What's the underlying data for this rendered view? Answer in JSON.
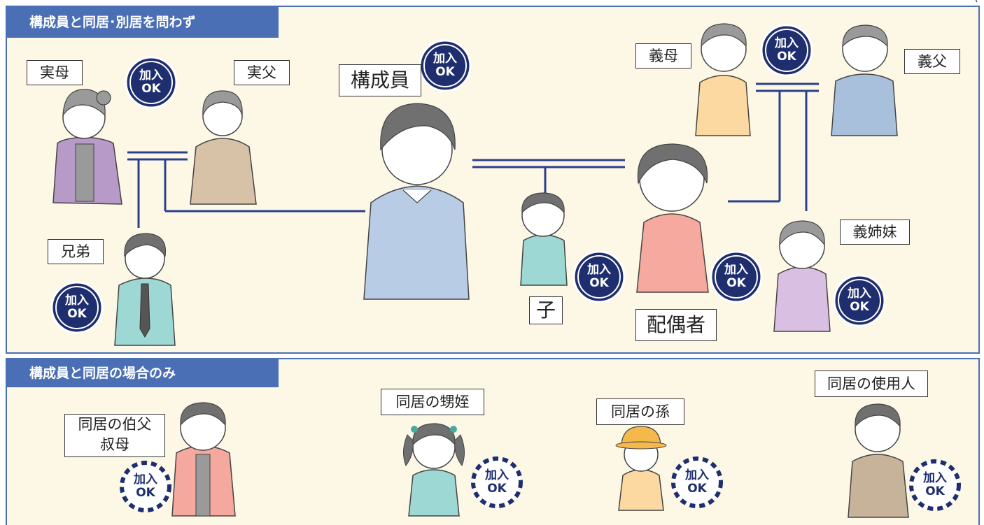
{
  "sections": {
    "top_title": "構成員と同居･別居を問わず",
    "bottom_title": "構成員と同居の場合のみ"
  },
  "badge_text": {
    "line1": "加入",
    "line2": "OK"
  },
  "corner_fragment": "(",
  "people": {
    "member": "構成員",
    "birth_mother": "実母",
    "birth_father": "実父",
    "sibling": "兄弟",
    "child": "子",
    "spouse": "配偶者",
    "mother_in_law": "義母",
    "father_in_law": "義父",
    "sibling_in_law": "義姉妹",
    "uncle_aunt_line1": "同居の伯父",
    "uncle_aunt_line2": "叔母",
    "nephew_niece": "同居の甥姪",
    "grandchild": "同居の孫",
    "employee": "同居の使用人"
  },
  "colors": {
    "frame": "#4a6fb5",
    "background": "#fdf8e6",
    "line": "#2b3f8c",
    "badge_fill": "#1e2e6e"
  }
}
